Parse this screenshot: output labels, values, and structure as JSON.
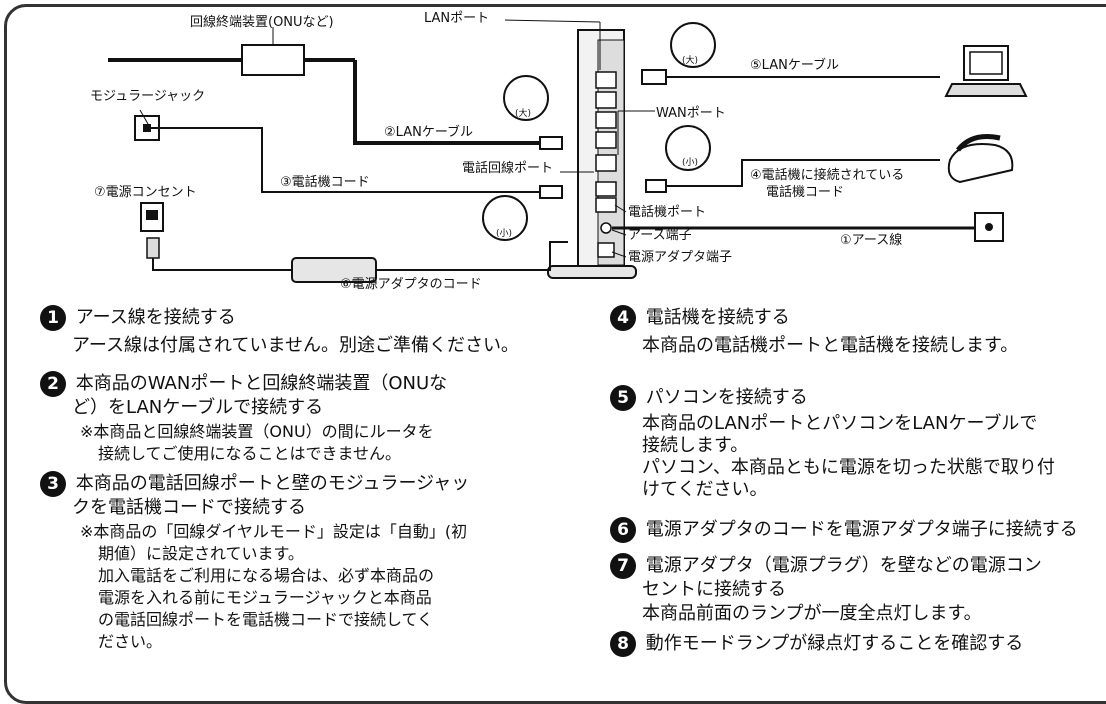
{
  "diagram": {
    "onu_label": "回線終端装置(ONUなど)",
    "lan_port_label": "LANポート",
    "wan_port_label": "WANポート",
    "modular_jack_label": "モジュラージャック",
    "lan_cable2_label": "②LANケーブル",
    "tel_line_port_label": "電話回線ポート",
    "tel_cord3_label": "③電話機コード",
    "outlet_label": "⑦電源コンセント",
    "phone_port_label": "電話機ポート",
    "earth_terminal_label": "アース端子",
    "power_terminal_label": "電源アダプタ端子",
    "earth_wire_label": "①アース線",
    "adapter_cord_label": "⑥電源アダプタのコード",
    "lan_cable5_label": "⑤LANケーブル",
    "phone_cord4_line1": "④電話機に接続されている",
    "phone_cord4_line2": "電話機コード",
    "plug_large_1": "(大)",
    "plug_large_2": "(大)",
    "plug_small_1": "(小)",
    "plug_small_2": "(小)"
  },
  "steps": [
    {
      "num": "1",
      "lines": [
        "アース線を接続する",
        "アース線は付属されていません。別途ご準備ください。"
      ]
    },
    {
      "num": "2",
      "lines": [
        "本商品のWANポートと回線終端装置（ONUな",
        "ど）をLANケーブルで接続する",
        "※本商品と回線終端装置（ONU）の間にルータを",
        "接続してご使用になることはできません。"
      ]
    },
    {
      "num": "3",
      "lines": [
        "本商品の電話回線ポートと壁のモジュラージャッ",
        "クを電話機コードで接続する",
        "※本商品の「回線ダイヤルモード」設定は「自動」(初",
        "期値）に設定されています。",
        "加入電話をご利用になる場合は、必ず本商品の",
        "電源を入れる前にモジュラージャックと本商品",
        "の電話回線ポートを電話機コードで接続してく",
        "ださい。"
      ]
    },
    {
      "num": "4",
      "lines": [
        "電話機を接続する",
        "本商品の電話機ポートと電話機を接続します。"
      ]
    },
    {
      "num": "5",
      "lines": [
        "パソコンを接続する",
        "本商品のLANポートとパソコンをLANケーブルで",
        "接続します。",
        "パソコン、本商品ともに電源を切った状態で取り付",
        "けてください。"
      ]
    },
    {
      "num": "6",
      "lines": [
        "電源アダプタのコードを電源アダプタ端子に接続する"
      ]
    },
    {
      "num": "7",
      "lines": [
        "電源アダプタ（電源プラグ）を壁などの電源コン",
        "セントに接続する",
        "本商品前面のランプが一度全点灯します。"
      ]
    },
    {
      "num": "8",
      "lines": [
        "動作モードランプが緑点灯することを確認する"
      ]
    }
  ]
}
